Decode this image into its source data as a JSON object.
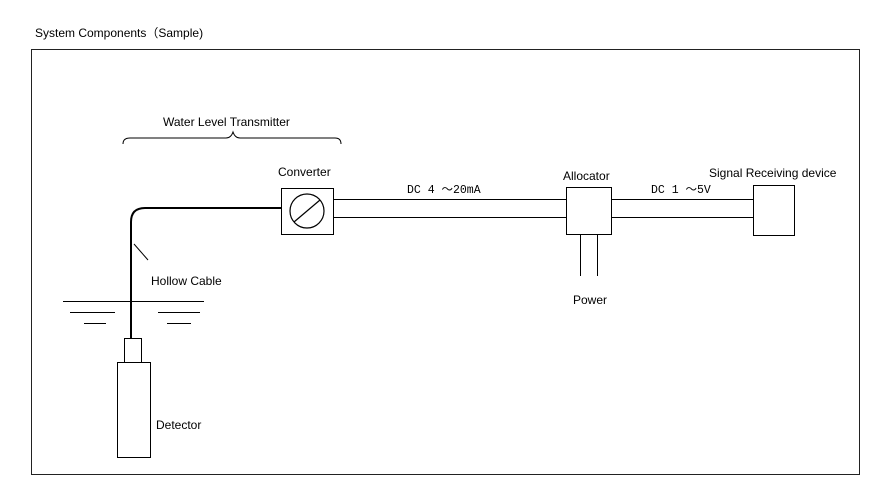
{
  "title": "System Components（Sample)",
  "labels": {
    "water_level_transmitter": "Water Level Transmitter",
    "converter": "Converter",
    "signal_dc_4_20": "DC 4 ～20mA",
    "allocator": "Allocator",
    "signal_dc_1_5": "DC 1 ～5V",
    "signal_receiving_device": "Signal Receiving device",
    "hollow_cable": "Hollow Cable",
    "power": "Power",
    "detector": "Detector"
  }
}
